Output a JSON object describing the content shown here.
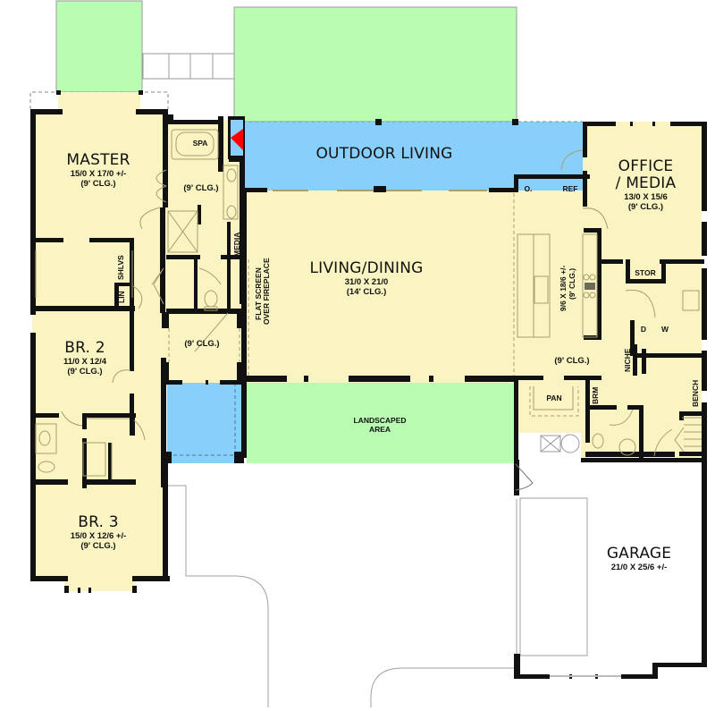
{
  "colors": {
    "interior": "#FAF3C2",
    "outdoor_living": "#88D0FB",
    "landscape": "#B8FDB2",
    "wall": "#111111",
    "fireplace": "#FF0000",
    "background": "#FFFFFF",
    "fixture_line": "#A89F6E"
  },
  "rooms": {
    "master": {
      "name": "MASTER",
      "dims": "15/0 X 17/0 +/-",
      "ceiling": "(9' CLG.)"
    },
    "master_bath": {
      "ceiling": "(9' CLG.)",
      "spa": "SPA"
    },
    "br2": {
      "name": "BR. 2",
      "dims": "11/0 X 12/4",
      "ceiling": "(9' CLG.)"
    },
    "br3": {
      "name": "BR. 3",
      "dims": "15/0 X 12/6 +/-",
      "ceiling": "(9' CLG.)"
    },
    "entry": {
      "ceiling": "(9' CLG.)"
    },
    "outdoor_living": {
      "name": "OUTDOOR LIVING"
    },
    "living_dining": {
      "name": "LIVING/DINING",
      "dims": "31/0 X 21/0",
      "ceiling": "(14' CLG.)"
    },
    "fireplace_note": {
      "line1": "FLAT SCREEN",
      "line2": "OVER FIREPLACE"
    },
    "office_media": {
      "name_line1": "OFFICE",
      "name_line2": "/ MEDIA",
      "dims": "13/0 X 15/6",
      "ceiling": "(9' CLG.)"
    },
    "kitchen": {
      "dims": "9/6 X 18/6 +/-",
      "ceiling": "(9' CLG.)",
      "oven": "O.",
      "ref": "REF"
    },
    "kitchen_nook": {
      "ceiling": "(9' CLG.)"
    },
    "landscaped_area": {
      "line1": "LANDSCAPED",
      "line2": "AREA"
    },
    "garage": {
      "name": "GARAGE",
      "dims": "21/0 X 25/6 +/-"
    }
  },
  "small_labels": {
    "shelves": "SHLVS",
    "linen": "LIN",
    "media": "MEDIA",
    "storage": "STOR",
    "dryer": "D",
    "washer": "W",
    "niche": "NICHE",
    "pantry": "PAN",
    "broom": "BRM",
    "bench": "BENCH"
  }
}
